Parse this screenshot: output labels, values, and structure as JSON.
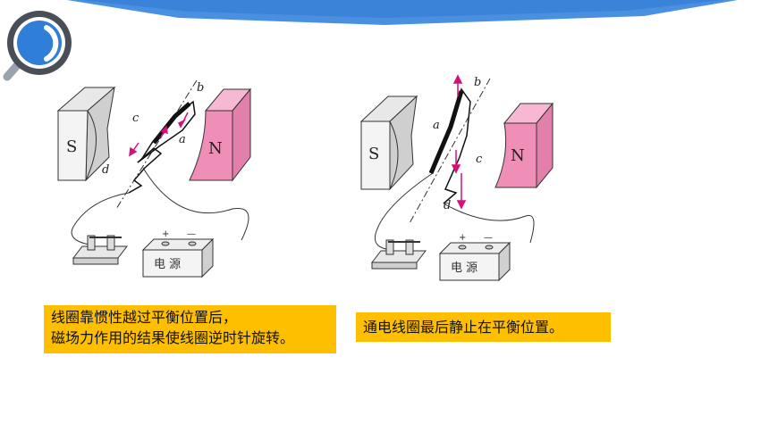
{
  "caption_left": {
    "line1": "线圈靠惯性越过平衡位置后，",
    "line2": "磁场力作用的结果使线圈逆时针旋转。"
  },
  "caption_right": {
    "line1": "通电线圈最后静止在平衡位置。"
  },
  "diagram_left": {
    "south_pole": "S",
    "north_pole": "N",
    "label_a": "a",
    "label_b": "b",
    "label_c": "c",
    "label_d": "d",
    "battery_label": "电 源",
    "plus": "+",
    "minus": "—"
  },
  "diagram_right": {
    "south_pole": "S",
    "north_pole": "N",
    "label_a": "a",
    "label_b": "b",
    "label_c": "c",
    "label_d": "d",
    "battery_label": "电 源",
    "plus": "+",
    "minus": "—"
  },
  "colors": {
    "banner": "#3f8fe0",
    "accent_ring": "#3a86e0",
    "north_magnet": "#ef8fb8",
    "caption_bg": "#fdbf00",
    "arrow": "#d6107a"
  }
}
